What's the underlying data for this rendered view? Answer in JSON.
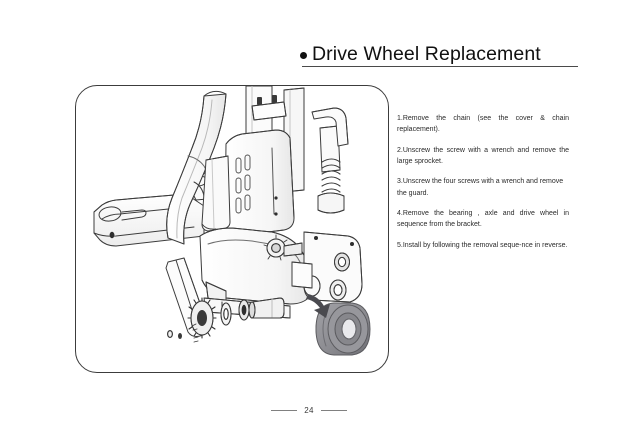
{
  "header": {
    "bullet_icon": "bullet-dot-icon",
    "title": "Drive Wheel Replacement"
  },
  "figure": {
    "caption_alt": "Exploded line drawing of electric pallet jack drive wheel assembly",
    "colors": {
      "outline": "#3c3c3c",
      "wheel_fill": "#8e8e93",
      "wheel_shadow": "#6e6e73",
      "arrow": "#4a4a4f",
      "frame_border": "#3c3c3c"
    },
    "parts": [
      "drive-wheel",
      "bearing",
      "axle",
      "large-sprocket",
      "guard",
      "bracket",
      "chain",
      "spring",
      "motor-housing",
      "fork-arms",
      "tiller-handle"
    ]
  },
  "instructions": [
    "1.Remove the chain (see the cover & chain replacement).",
    "2.Unscrew the screw with a wrench and remove the large sprocket.",
    "3.Unscrew the four screws with a wrench and remove the guard.",
    "4.Remove the bearing , axle  and drive wheel  in sequence from the bracket.",
    "5.Install by following the removal seque-nce in reverse."
  ],
  "footer": {
    "page_number": "24"
  }
}
